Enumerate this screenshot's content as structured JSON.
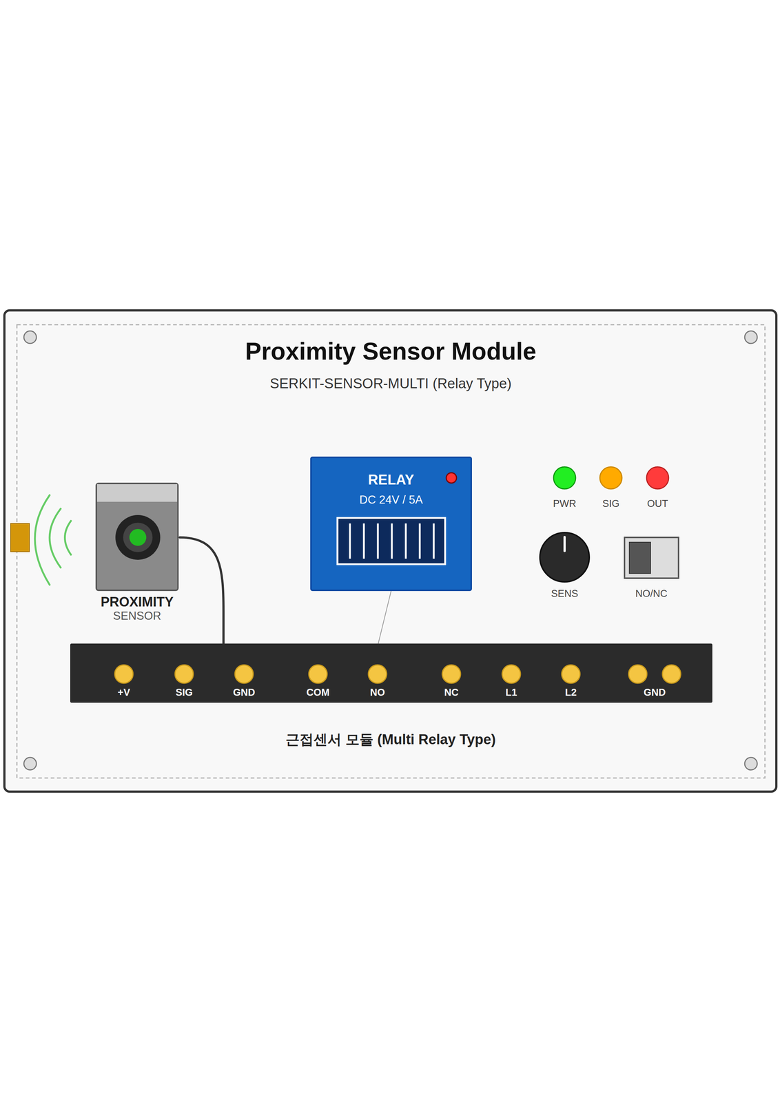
{
  "diagram": {
    "title": "Proximity Sensor Module",
    "caption": "근접센서 모듈 (Multi Relay Type)",
    "nodes": [
      {
        "text": [
          "PROXIMITY",
          "SENSOR"
        ]
      },
      {
        "text": [
          "RELAY",
          "DC 24V / 5A"
        ]
      },
      {
        "text": [
          "+V",
          "SIG",
          "GND",
          "COM",
          "NO",
          "NC",
          "L1",
          "L2",
          "GND"
        ]
      }
    ],
    "edges": [
      {
        "from": 0,
        "to": 2,
        "arrow": "none"
      },
      {
        "from": 1,
        "to": 2,
        "arrow": "none"
      }
    ],
    "labels": [
      "SERKIT-SENSOR-MULTI (Relay Type)",
      "PWR",
      "SIG",
      "OUT",
      "SENS",
      "NO/NC"
    ]
  }
}
